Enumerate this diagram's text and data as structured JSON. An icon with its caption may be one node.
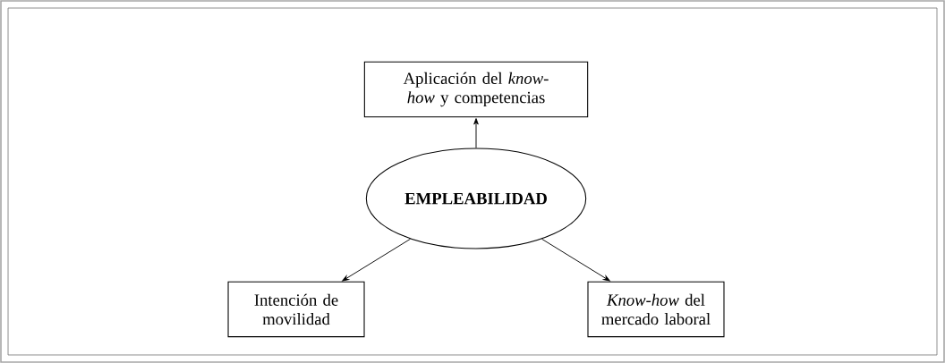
{
  "diagram": {
    "nodes": [
      {
        "text": [
          "EMPLEABILIDAD"
        ]
      },
      {
        "text": [
          "Aplicación del *know-how* y competencias"
        ]
      },
      {
        "text": [
          "Intención de movilidad"
        ]
      },
      {
        "text": [
          "*Know-how* del mercado laboral"
        ]
      }
    ],
    "edges": [
      {
        "from": 0,
        "to": 1,
        "arrow": "to"
      },
      {
        "from": 0,
        "to": 2,
        "arrow": "to"
      },
      {
        "from": 0,
        "to": 3,
        "arrow": "to"
      }
    ]
  }
}
